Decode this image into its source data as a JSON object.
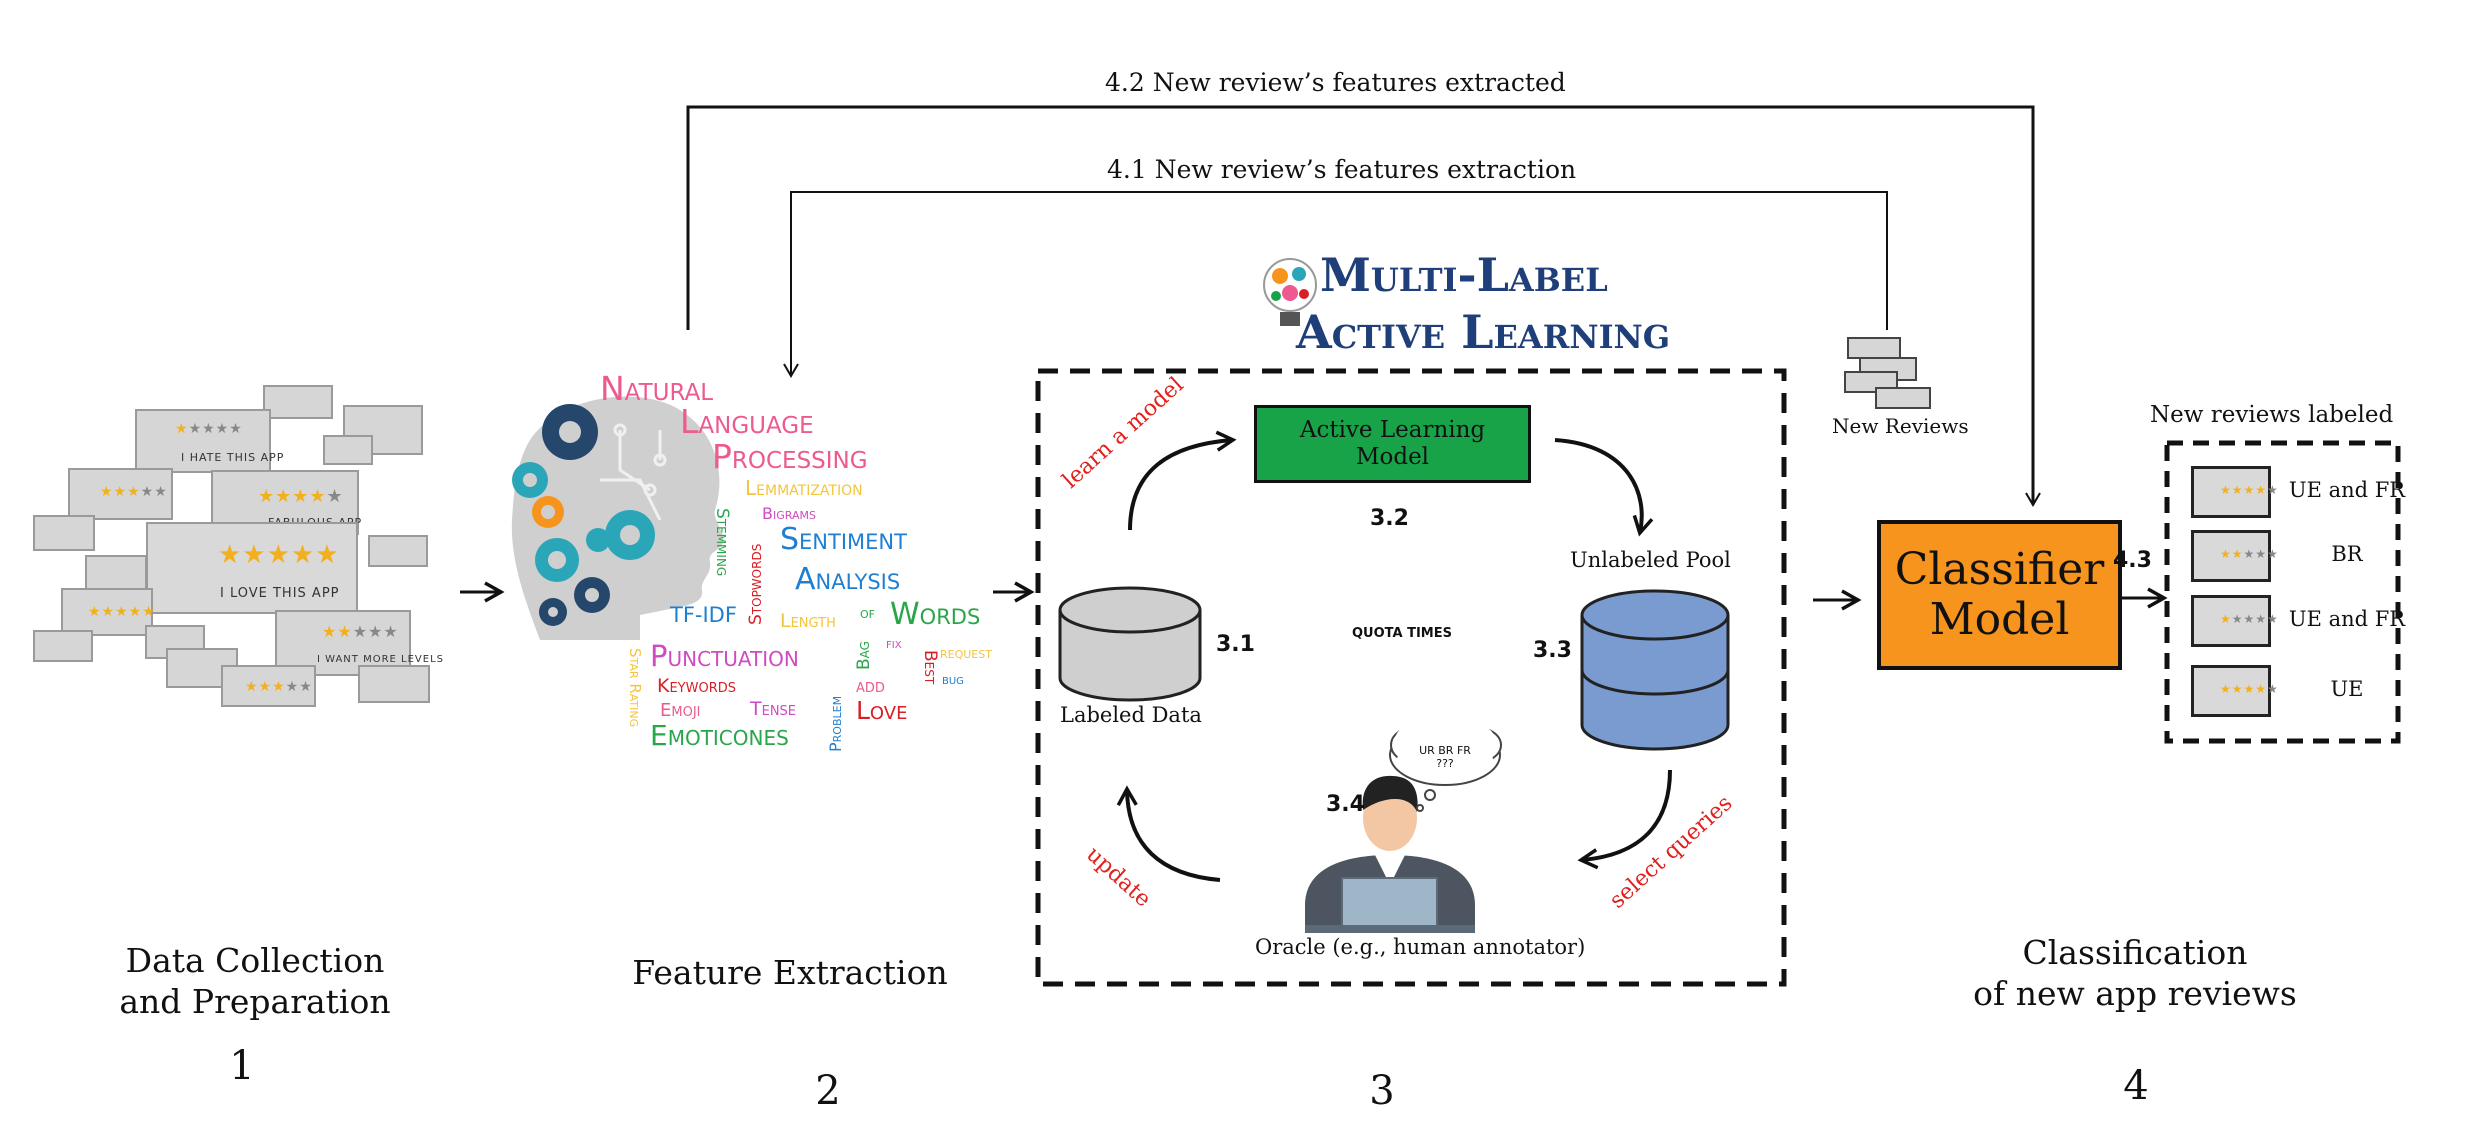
{
  "stages": [
    {
      "num": "1",
      "label_line1": "Data Collection",
      "label_line2": "and Preparation"
    },
    {
      "num": "2",
      "label_line1": "Feature Extraction",
      "label_line2": ""
    },
    {
      "num": "3",
      "label_line1": "",
      "label_line2": ""
    },
    {
      "num": "4",
      "label_line1": "Classification",
      "label_line2": "of new app reviews"
    }
  ],
  "feedback": {
    "top": "4.2  New review’s  features extracted",
    "inner": "4.1  New review’s  features extraction"
  },
  "al_title": {
    "line1": "Multi-Label",
    "line2": "Active Learning"
  },
  "active_learning": {
    "model_line1": "Active Learning",
    "model_line2": "Model",
    "step_model": "3.2",
    "labeled_data": "Labeled Data",
    "step_labeled": "3.1",
    "unlabeled_pool": "Unlabeled Pool",
    "step_pool": "3.3",
    "quota": "QUOTA TIMES",
    "oracle": "Oracle (e.g., human annotator)",
    "step_oracle": "3.4",
    "thought": "UR BR FR\n???",
    "learn": "learn a model",
    "select": "select queries",
    "update": "update"
  },
  "new_reviews": "New Reviews",
  "classifier": {
    "line1": "Classifier",
    "line2": "Model"
  },
  "step_classify": "4.3",
  "output": {
    "title": "New reviews labeled",
    "rows": [
      {
        "label": "UE and FR",
        "stars": "★★★★",
        "empty": "★"
      },
      {
        "label": "BR",
        "stars": "★★",
        "empty": "★★★"
      },
      {
        "label": "UE and FR",
        "stars": "★",
        "empty": "★★★★"
      },
      {
        "label": "UE",
        "stars": "★★★★",
        "empty": "★"
      }
    ]
  },
  "reviews": {
    "hate": "I HATE THIS APP",
    "fabulous": "FABULOUS APP",
    "love": "I LOVE THIS APP",
    "levels": "I WANT MORE LEVELS"
  },
  "word_cloud": [
    {
      "text": "Natural",
      "color": "#ec5a8f"
    },
    {
      "text": "Language",
      "color": "#ec5a8f"
    },
    {
      "text": "Processing",
      "color": "#ec5a8f"
    },
    {
      "text": "Lemmatization",
      "color": "#f3c53c"
    },
    {
      "text": "Bigrams",
      "color": "#d04ac2"
    },
    {
      "text": "Stemming",
      "color": "#2aa64a"
    },
    {
      "text": "Sentiment",
      "color": "#1f7fd1"
    },
    {
      "text": "Analysis",
      "color": "#1f7fd1"
    },
    {
      "text": "TF-IDF",
      "color": "#1f7fd1"
    },
    {
      "text": "Stopwords",
      "color": "#d81f26"
    },
    {
      "text": "Length",
      "color": "#f3c53c"
    },
    {
      "text": "of",
      "color": "#2aa64a"
    },
    {
      "text": "Words",
      "color": "#2aa64a"
    },
    {
      "text": "Bag",
      "color": "#2aa64a"
    },
    {
      "text": "fix",
      "color": "#d04ac2"
    },
    {
      "text": "Best",
      "color": "#d81f26"
    },
    {
      "text": "request",
      "color": "#f3c53c"
    },
    {
      "text": "bug",
      "color": "#1f7fd1"
    },
    {
      "text": "Punctuation",
      "color": "#d04ac2"
    },
    {
      "text": "Keywords",
      "color": "#d81f26"
    },
    {
      "text": "Star Rating",
      "color": "#f3c53c"
    },
    {
      "text": "Emoji",
      "color": "#ec5a8f"
    },
    {
      "text": "Tense",
      "color": "#d04ac2"
    },
    {
      "text": "Problem",
      "color": "#1f7fd1"
    },
    {
      "text": "add",
      "color": "#ec5a8f"
    },
    {
      "text": "Love",
      "color": "#d81f26"
    },
    {
      "text": "Emoticones",
      "color": "#2aa64a"
    }
  ],
  "colors": {
    "al_model": "#19a349",
    "classifier": "#f7941d",
    "pool": "#7a9bd0",
    "labeled": "#cfcfcf",
    "title_blue": "#1f3f7a",
    "red_labels": "#e0201b"
  }
}
